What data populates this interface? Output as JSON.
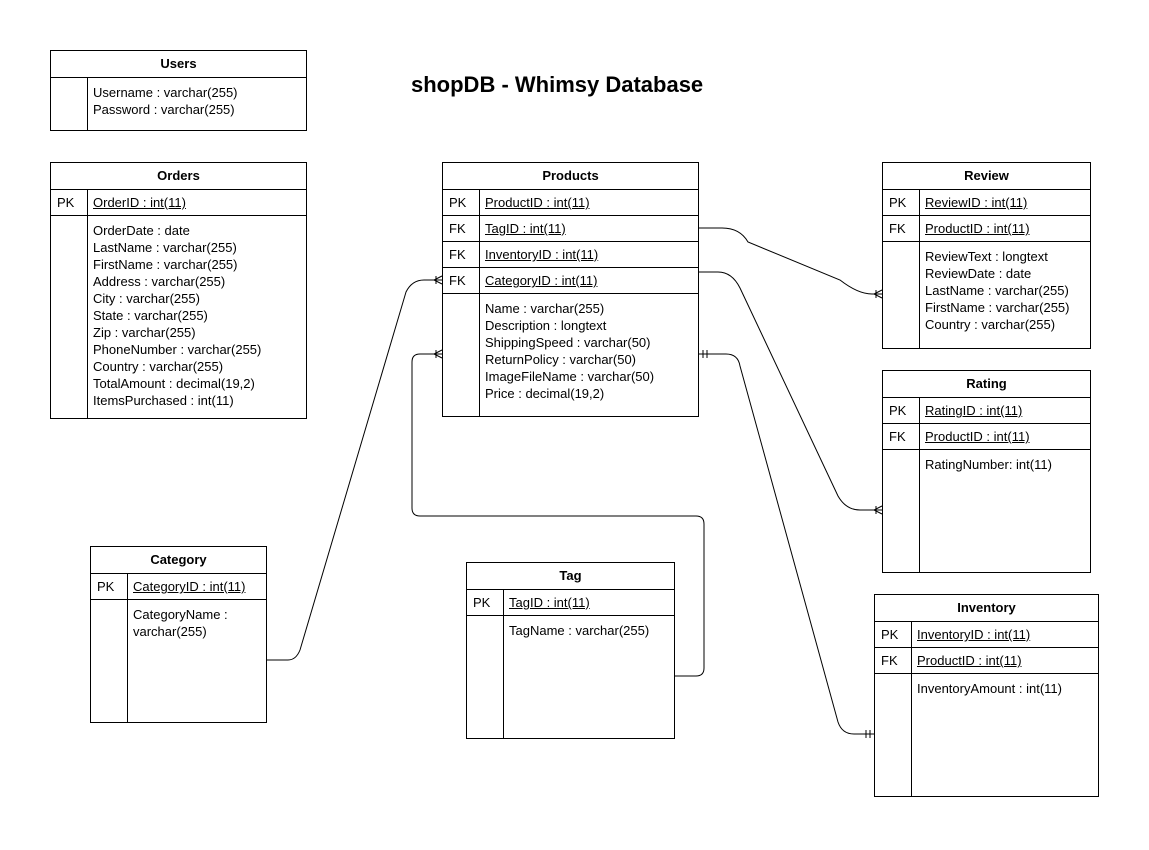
{
  "title": "shopDB - Whimsy Database",
  "entities": {
    "users": {
      "name": "Users",
      "keys": [],
      "attributes": [
        "Username : varchar(255)",
        "Password : varchar(255)"
      ]
    },
    "orders": {
      "name": "Orders",
      "keys": [
        {
          "type": "PK",
          "field": "OrderID : int(11)"
        }
      ],
      "attributes": [
        "OrderDate : date",
        "LastName : varchar(255)",
        "FirstName : varchar(255)",
        "Address : varchar(255)",
        "City : varchar(255)",
        "State : varchar(255)",
        "Zip : varchar(255)",
        "PhoneNumber : varchar(255)",
        "Country : varchar(255)",
        "TotalAmount : decimal(19,2)",
        "ItemsPurchased : int(11)"
      ]
    },
    "products": {
      "name": "Products",
      "keys": [
        {
          "type": "PK",
          "field": "ProductID : int(11)"
        },
        {
          "type": "FK",
          "field": "TagID : int(11)"
        },
        {
          "type": "FK",
          "field": "InventoryID : int(11)"
        },
        {
          "type": "FK",
          "field": "CategoryID : int(11)"
        }
      ],
      "attributes": [
        "Name : varchar(255)",
        "Description : longtext",
        "ShippingSpeed : varchar(50)",
        "ReturnPolicy : varchar(50)",
        "ImageFileName : varchar(50)",
        "Price : decimal(19,2)"
      ]
    },
    "review": {
      "name": "Review",
      "keys": [
        {
          "type": "PK",
          "field": "ReviewID : int(11)"
        },
        {
          "type": "FK",
          "field": "ProductID : int(11)"
        }
      ],
      "attributes": [
        "ReviewText : longtext",
        "ReviewDate : date",
        "LastName : varchar(255)",
        "FirstName : varchar(255)",
        "Country : varchar(255)"
      ]
    },
    "rating": {
      "name": "Rating",
      "keys": [
        {
          "type": "PK",
          "field": "RatingID : int(11)"
        },
        {
          "type": "FK",
          "field": "ProductID : int(11)"
        }
      ],
      "attributes": [
        "RatingNumber: int(11)"
      ]
    },
    "category": {
      "name": "Category",
      "keys": [
        {
          "type": "PK",
          "field": "CategoryID : int(11)"
        }
      ],
      "attributes": [
        "CategoryName :",
        "varchar(255)"
      ]
    },
    "tag": {
      "name": "Tag",
      "keys": [
        {
          "type": "PK",
          "field": "TagID : int(11)"
        }
      ],
      "attributes": [
        "TagName : varchar(255)"
      ]
    },
    "inventory": {
      "name": "Inventory",
      "keys": [
        {
          "type": "PK",
          "field": "InventoryID : int(11)"
        },
        {
          "type": "FK",
          "field": "ProductID : int(11)"
        }
      ],
      "attributes": [
        "InventoryAmount : int(11)"
      ]
    }
  },
  "relationships": [
    {
      "from": "Products.TagID",
      "to": "Review.ProductID",
      "end": "crows-foot-one-or-many"
    },
    {
      "from": "Products.CategoryID",
      "to": "Rating.ProductID",
      "end": "crows-foot-one-or-many"
    },
    {
      "from": "Products.CategoryID",
      "to": "Category.CategoryID",
      "end": "crows-foot-one-or-many"
    },
    {
      "from": "Products.attributes",
      "to": "Tag.TagName",
      "end": "crows-foot-one-or-many"
    },
    {
      "from": "Products.attributes",
      "to": "Inventory.InventoryID",
      "end": "one-and-only-one"
    }
  ]
}
